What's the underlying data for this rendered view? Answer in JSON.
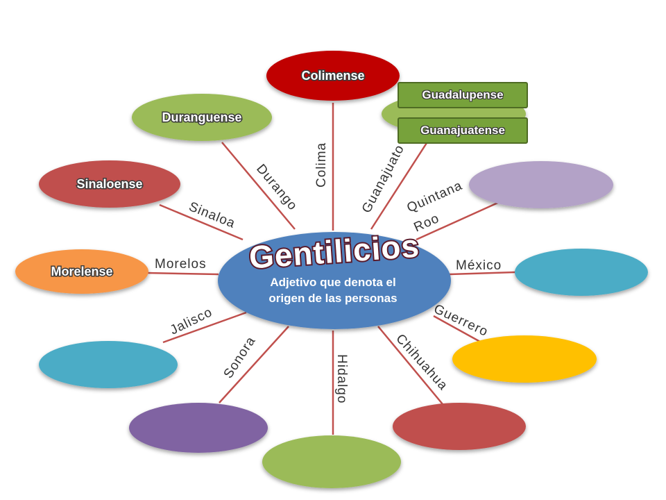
{
  "center": {
    "title": "Gentilicios",
    "subtitle_line1": "Adjetivo que denota el",
    "subtitle_line2": "origen de las personas",
    "color": "#4f81bd"
  },
  "states": [
    {
      "state": "Colima",
      "gentilicio": "Colimense",
      "color": "#c00000"
    },
    {
      "state": "Guanajuato",
      "gentilicio": "",
      "color": "#9bbb59"
    },
    {
      "state": "Quintana",
      "state2": "Roo",
      "gentilicio": "",
      "color": "#b3a2c7"
    },
    {
      "state": "México",
      "gentilicio": "",
      "color": "#4bacc6"
    },
    {
      "state": "Guerrero",
      "gentilicio": "",
      "color": "#ffc000"
    },
    {
      "state": "Chihuahua",
      "gentilicio": "",
      "color": "#c0504d"
    },
    {
      "state": "Hidalgo",
      "gentilicio": "",
      "color": "#9bbb59"
    },
    {
      "state": "Sonora",
      "gentilicio": "",
      "color": "#8064a2"
    },
    {
      "state": "Jalisco",
      "gentilicio": "",
      "color": "#4bacc6"
    },
    {
      "state": "Morelos",
      "gentilicio": "Morelense",
      "color": "#f79646"
    },
    {
      "state": "Sinaloa",
      "gentilicio": "Sinaloense",
      "color": "#c0504d"
    },
    {
      "state": "Durango",
      "gentilicio": "Duranguense",
      "color": "#9bbb59"
    }
  ],
  "tags": {
    "tag1": "Guadalupense",
    "tag2": "Guanajuatense"
  },
  "connector_color": "#c0504d"
}
